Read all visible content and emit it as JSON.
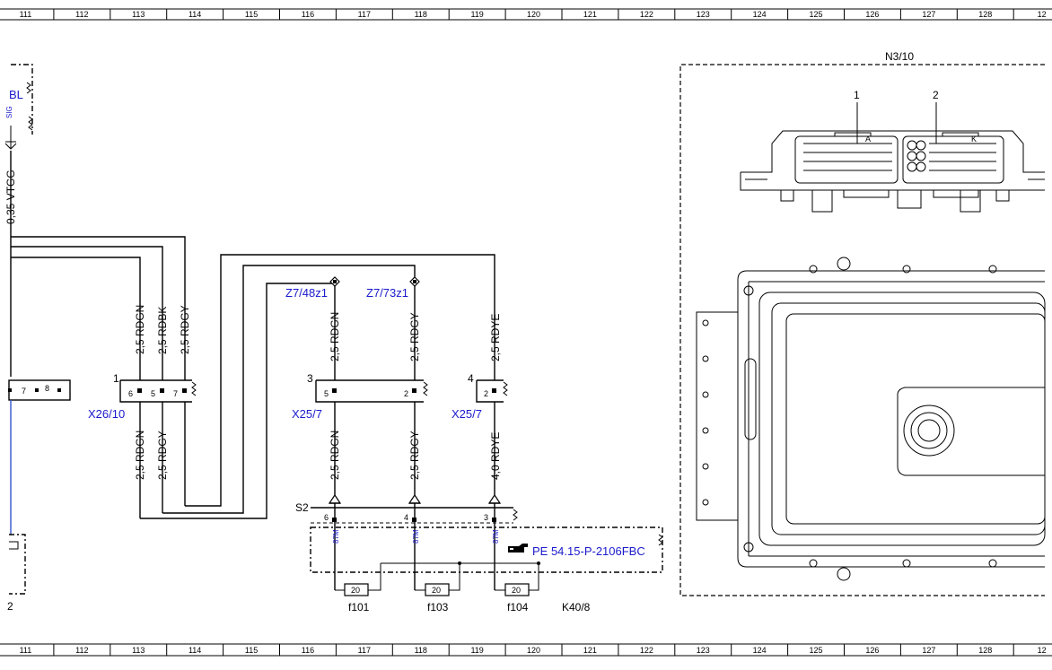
{
  "ruler": {
    "top": [
      "111",
      "112",
      "113",
      "114",
      "115",
      "116",
      "117",
      "118",
      "119",
      "120",
      "121",
      "122",
      "123",
      "124",
      "125",
      "126",
      "127",
      "128",
      "12"
    ],
    "bottom": [
      "111",
      "112",
      "113",
      "114",
      "115",
      "116",
      "117",
      "118",
      "119",
      "120",
      "121",
      "122",
      "123",
      "124",
      "125",
      "126",
      "127",
      "128",
      "12"
    ]
  },
  "left_partial": {
    "bl_label": "BL",
    "wire_label": "0,35 VTGG",
    "sig_label": "SIG",
    "connector_pins": [
      "7",
      "8"
    ],
    "bottom_number": "2"
  },
  "connector_x26_10": {
    "name": "X26/10",
    "number": "1",
    "pins": [
      "6",
      "5",
      "7"
    ],
    "wires_above": [
      "2,5 RDGN",
      "2,5 RDBK",
      "2,5 RDGY"
    ],
    "wires_below": [
      "2,5 RDGN",
      "2,5 RDGY"
    ]
  },
  "connector_x25_7_a": {
    "name": "X25/7",
    "number": "3",
    "pins": [
      "5",
      "2"
    ],
    "wires_above": [
      "2,5 RDGN",
      "2,5 RDGY"
    ],
    "wires_below": [
      "2,5 RDGN",
      "2,5 RDGY"
    ]
  },
  "connector_x25_7_b": {
    "name": "X25/7",
    "number": "4",
    "pins": [
      "2"
    ],
    "wire_above": "2,5 RDYE",
    "wire_below": "4,0 RDYE"
  },
  "splices": [
    "Z7/48z1",
    "Z7/73z1"
  ],
  "s2": {
    "label": "S2",
    "pins": [
      "6",
      "4",
      "3"
    ],
    "terminal_labels": [
      "87M",
      "87M",
      "87M"
    ]
  },
  "module_k40_8": {
    "name": "K40/8",
    "reference": "PE 54.15-P-2106FBC",
    "reference_icon": "pointing-hand-icon",
    "fuses": [
      {
        "name": "f101",
        "rating": "20"
      },
      {
        "name": "f103",
        "rating": "20"
      },
      {
        "name": "f104",
        "rating": "20"
      }
    ]
  },
  "component_n3_10": {
    "name": "N3/10",
    "connector_numbers": [
      "1",
      "2"
    ],
    "connector_letters": [
      "A",
      "K"
    ]
  },
  "colors": {
    "line": "#000000",
    "blue_text": "#1a1acc",
    "blue_wire": "#3355cc"
  }
}
